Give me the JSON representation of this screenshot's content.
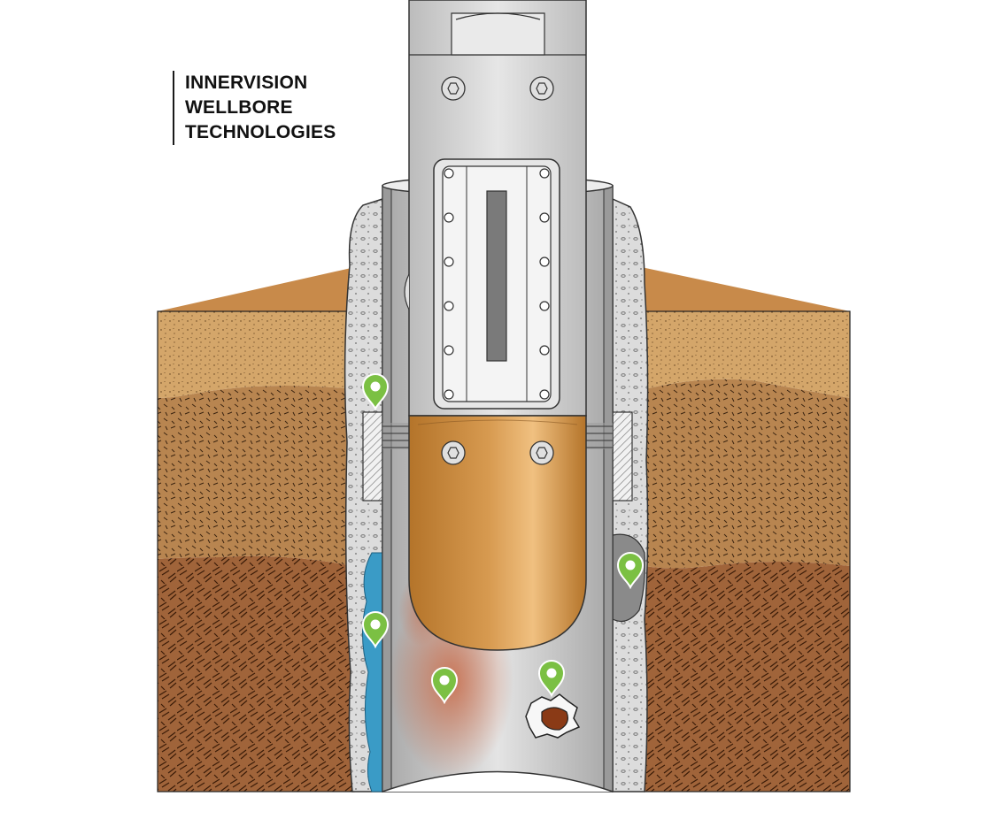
{
  "brand": {
    "lines": [
      "INNERVISION",
      "WELLBORE",
      "TECHNOLOGIES"
    ]
  },
  "colors": {
    "sand_top": "#d4a66a",
    "soil_mid": "#b88550",
    "soil_bottom": "#a0643a",
    "cement": "#dadada",
    "casing": "#cfcfcf",
    "tool": "#d2d2d2",
    "tool_cap": "#c58a3c",
    "water": "#3a9bc6",
    "corrosion": "#c7542a",
    "marker": "#7bc043"
  },
  "markers": [
    {
      "name": "marker-cement-top",
      "depicts": "cement-seal"
    },
    {
      "name": "marker-water-channel",
      "depicts": "water-channel"
    },
    {
      "name": "marker-corrosion",
      "depicts": "corrosion"
    },
    {
      "name": "marker-casing-hole",
      "depicts": "casing-hole"
    },
    {
      "name": "marker-cement-void",
      "depicts": "cement-void"
    }
  ]
}
